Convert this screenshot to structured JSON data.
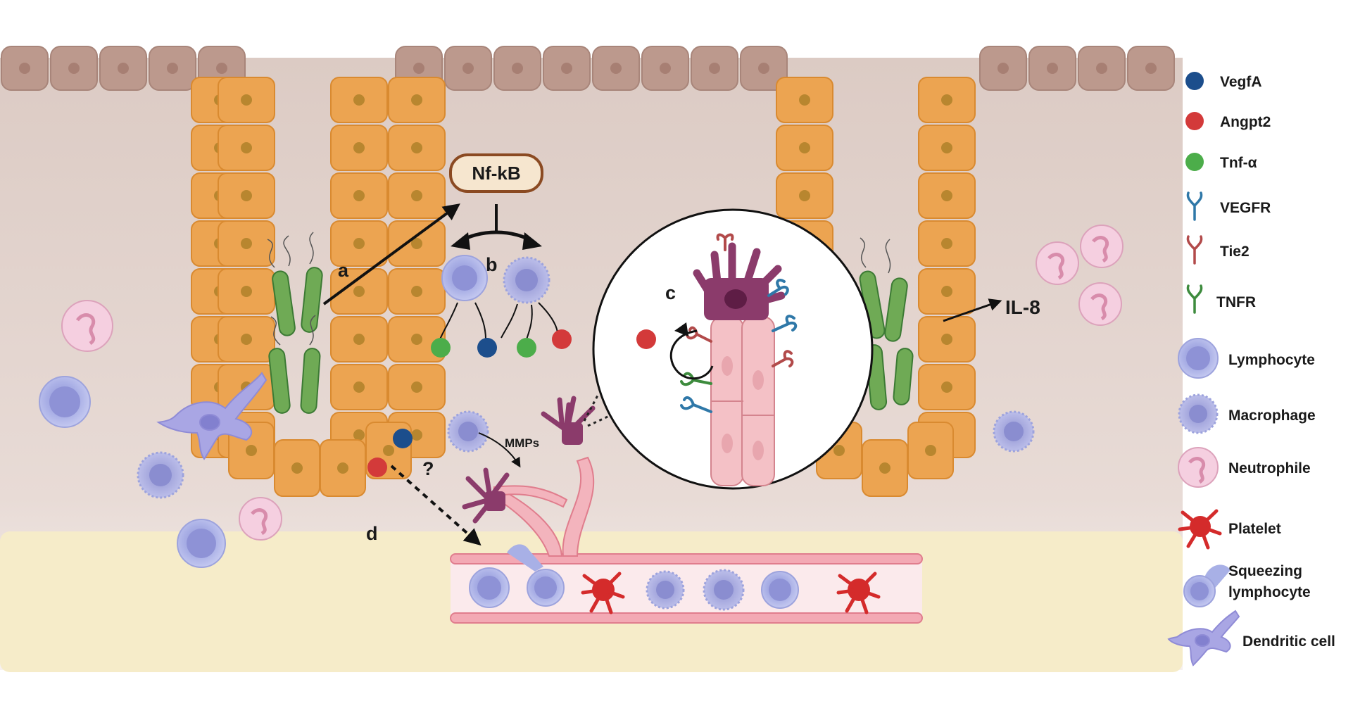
{
  "pathway": {
    "nfkb": "Nf-kB",
    "a": "a",
    "b": "b",
    "c": "c",
    "d": "d",
    "question": "?",
    "mmps": "MMPs",
    "il8": "IL-8"
  },
  "legend": {
    "items": [
      {
        "label": "VegfA",
        "icon": "vegfa-dot-icon",
        "color": "#1c4e8c"
      },
      {
        "label": "Angpt2",
        "icon": "angpt2-dot-icon",
        "color": "#d33a3a"
      },
      {
        "label": "Tnf-α",
        "icon": "tnf-dot-icon",
        "color": "#4cad4a"
      },
      {
        "label": "VEGFR",
        "icon": "vegfr-receptor-icon",
        "color": "#2f78a8"
      },
      {
        "label": "Tie2",
        "icon": "tie2-receptor-icon",
        "color": "#b24a4a"
      },
      {
        "label": "TNFR",
        "icon": "tnfr-receptor-icon",
        "color": "#3d8b3d"
      },
      {
        "label": "Lymphocyte",
        "icon": "lymphocyte-icon",
        "color": "#b9bde8"
      },
      {
        "label": "Macrophage",
        "icon": "macrophage-icon",
        "color": "#b3b5e0"
      },
      {
        "label": "Neutrophile",
        "icon": "neutrophile-icon",
        "color": "#f4cde0"
      },
      {
        "label": "Platelet",
        "icon": "platelet-icon",
        "color": "#d42b2b"
      },
      {
        "label": "Squeezing",
        "label2": "lymphocyte",
        "icon": "squeezing-lymphocyte-icon",
        "color": "#a8b0e6"
      },
      {
        "label": "Dendritic cell",
        "icon": "dendritic-cell-icon",
        "color": "#a9a6e4"
      }
    ]
  },
  "colors": {
    "tissue": "#e3d2cb",
    "submucosa": "#f6ecc9",
    "epithelium": "#eca451",
    "surface_cells": "#bc998d",
    "vessel": "#f3a9b4"
  }
}
